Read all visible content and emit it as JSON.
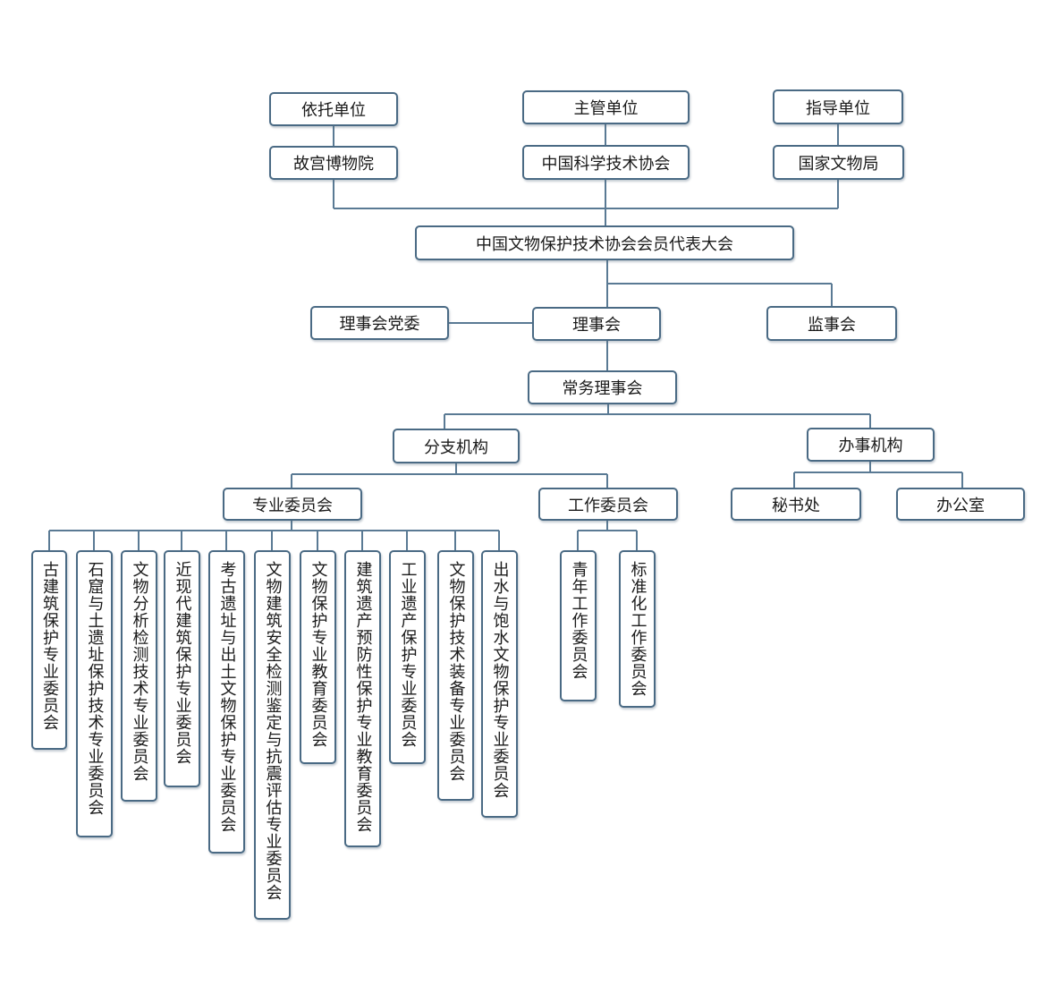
{
  "top_units": {
    "support_unit_label": "依托单位",
    "support_unit_name": "故宫博物院",
    "supervisor_label": "主管单位",
    "supervisor_name": "中国科学技术协会",
    "guide_label": "指导单位",
    "guide_name": "国家文物局"
  },
  "congress": "中国文物保护技术协会会员代表大会",
  "council": {
    "party_committee": "理事会党委",
    "council": "理事会",
    "supervisory_board": "监事会",
    "standing_council": "常务理事会"
  },
  "branches": {
    "title": "分支机构",
    "professional_committees": {
      "title": "专业委员会",
      "items": [
        "古建筑保护专业委员会",
        "石窟与土遗址保护技术专业委员会",
        "文物分析检测技术专业委员会",
        "近现代建筑保护专业委员会",
        "考古遗址与出土文物保护专业委员会",
        "文物建筑安全检测鉴定与抗震评估专业委员会",
        "文物保护专业教育委员会",
        "建筑遗产预防性保护专业教育委员会",
        "工业遗产保护专业委员会",
        "文物保护技术装备专业委员会",
        "出水与饱水文物保护专业委员会"
      ]
    },
    "work_committees": {
      "title": "工作委员会",
      "items": [
        "青年工作委员会",
        "标准化工作委员会"
      ]
    }
  },
  "offices": {
    "title": "办事机构",
    "items": [
      "秘书处",
      "办公室"
    ]
  },
  "colors": {
    "line": "#5a7a94",
    "border": "#4a6a84",
    "text": "#1a1a1a"
  }
}
